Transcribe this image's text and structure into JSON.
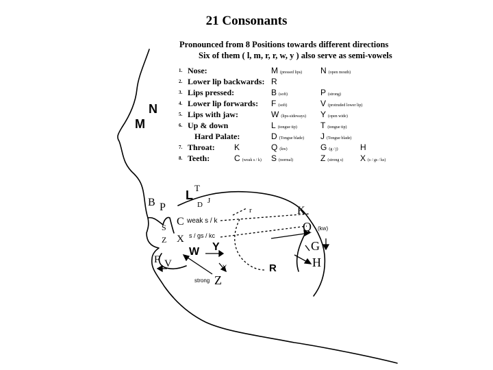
{
  "title": "21 Consonants",
  "heading": {
    "line1": "Pronounced from 8 Positions towards different directions",
    "line2": "Six of them ( l, m, r, r, w, y ) also serve as semi-vowels"
  },
  "rows": [
    {
      "num": "1.",
      "label": "Nose:",
      "extra": "",
      "c1": "M",
      "c1n": "(pressed lips)",
      "c2": "N",
      "c2n": "(open mouth)",
      "c3": "",
      "c3n": ""
    },
    {
      "num": "2.",
      "label": "Lower lip backwards:",
      "extra": "",
      "c1": "R",
      "c1n": "",
      "c2": "",
      "c2n": "",
      "c3": "",
      "c3n": ""
    },
    {
      "num": "3.",
      "label": "Lips pressed:",
      "extra": "",
      "c1": "B",
      "c1n": "(soft)",
      "c2": "P",
      "c2n": "(strong)",
      "c3": "",
      "c3n": ""
    },
    {
      "num": "4.",
      "label": "Lower lip forwards:",
      "extra": "",
      "c1": "F",
      "c1n": "(soft)",
      "c2": "V",
      "c2n": "(protruded lower lip)",
      "c3": "",
      "c3n": ""
    },
    {
      "num": "5.",
      "label": "Lips with jaw:",
      "extra": "",
      "c1": "W",
      "c1n": "(lips-sideways)",
      "c2": "Y",
      "c2n": "(open wide)",
      "c3": "",
      "c3n": ""
    },
    {
      "num": "6.",
      "label": "Up & down",
      "extra": "",
      "c1": "L",
      "c1n": "(tongue tip)",
      "c2": "T",
      "c2n": "(tongue tip)",
      "c3": "",
      "c3n": ""
    },
    {
      "num": "",
      "label": "Hard Palate:",
      "extra": "",
      "c1": "D",
      "c1n": "(Tongue blade)",
      "c2": "J",
      "c2n": "(Tongue blade)",
      "c3": "",
      "c3n": ""
    },
    {
      "num": "7.",
      "label": "Throat:",
      "extra": "K",
      "c1": "Q",
      "c1n": "(kw)",
      "c2": "G",
      "c2n": "(g / j)",
      "c3": "H",
      "c3n": ""
    },
    {
      "num": "8.",
      "label": "Teeth:",
      "extra": "C",
      "extraN": "(weak s / k)",
      "c1": "S",
      "c1n": "(normal)",
      "c2": "Z",
      "c2n": "(strong s)",
      "c3": "X",
      "c3n": "(s / gs / ks)"
    }
  ],
  "diagram": {
    "nose_N": "N",
    "nose_M": "M",
    "lip_B": "B",
    "lip_P": "P",
    "L": "L",
    "T": "T",
    "D": "D",
    "J": "J",
    "S": "S",
    "C": "C",
    "weak": "weak s / k",
    "Z": "Z",
    "X": "X",
    "gs": "s / gs / kc",
    "W": "W",
    "Y": "Y",
    "y_small": "Y",
    "F": "F",
    "V": "V",
    "strong": "strong",
    "Z2": "Z",
    "r": "r",
    "R": "R",
    "K": "K",
    "Q": "Q",
    "kw": "(kw)",
    "G": "G",
    "H": "H"
  }
}
